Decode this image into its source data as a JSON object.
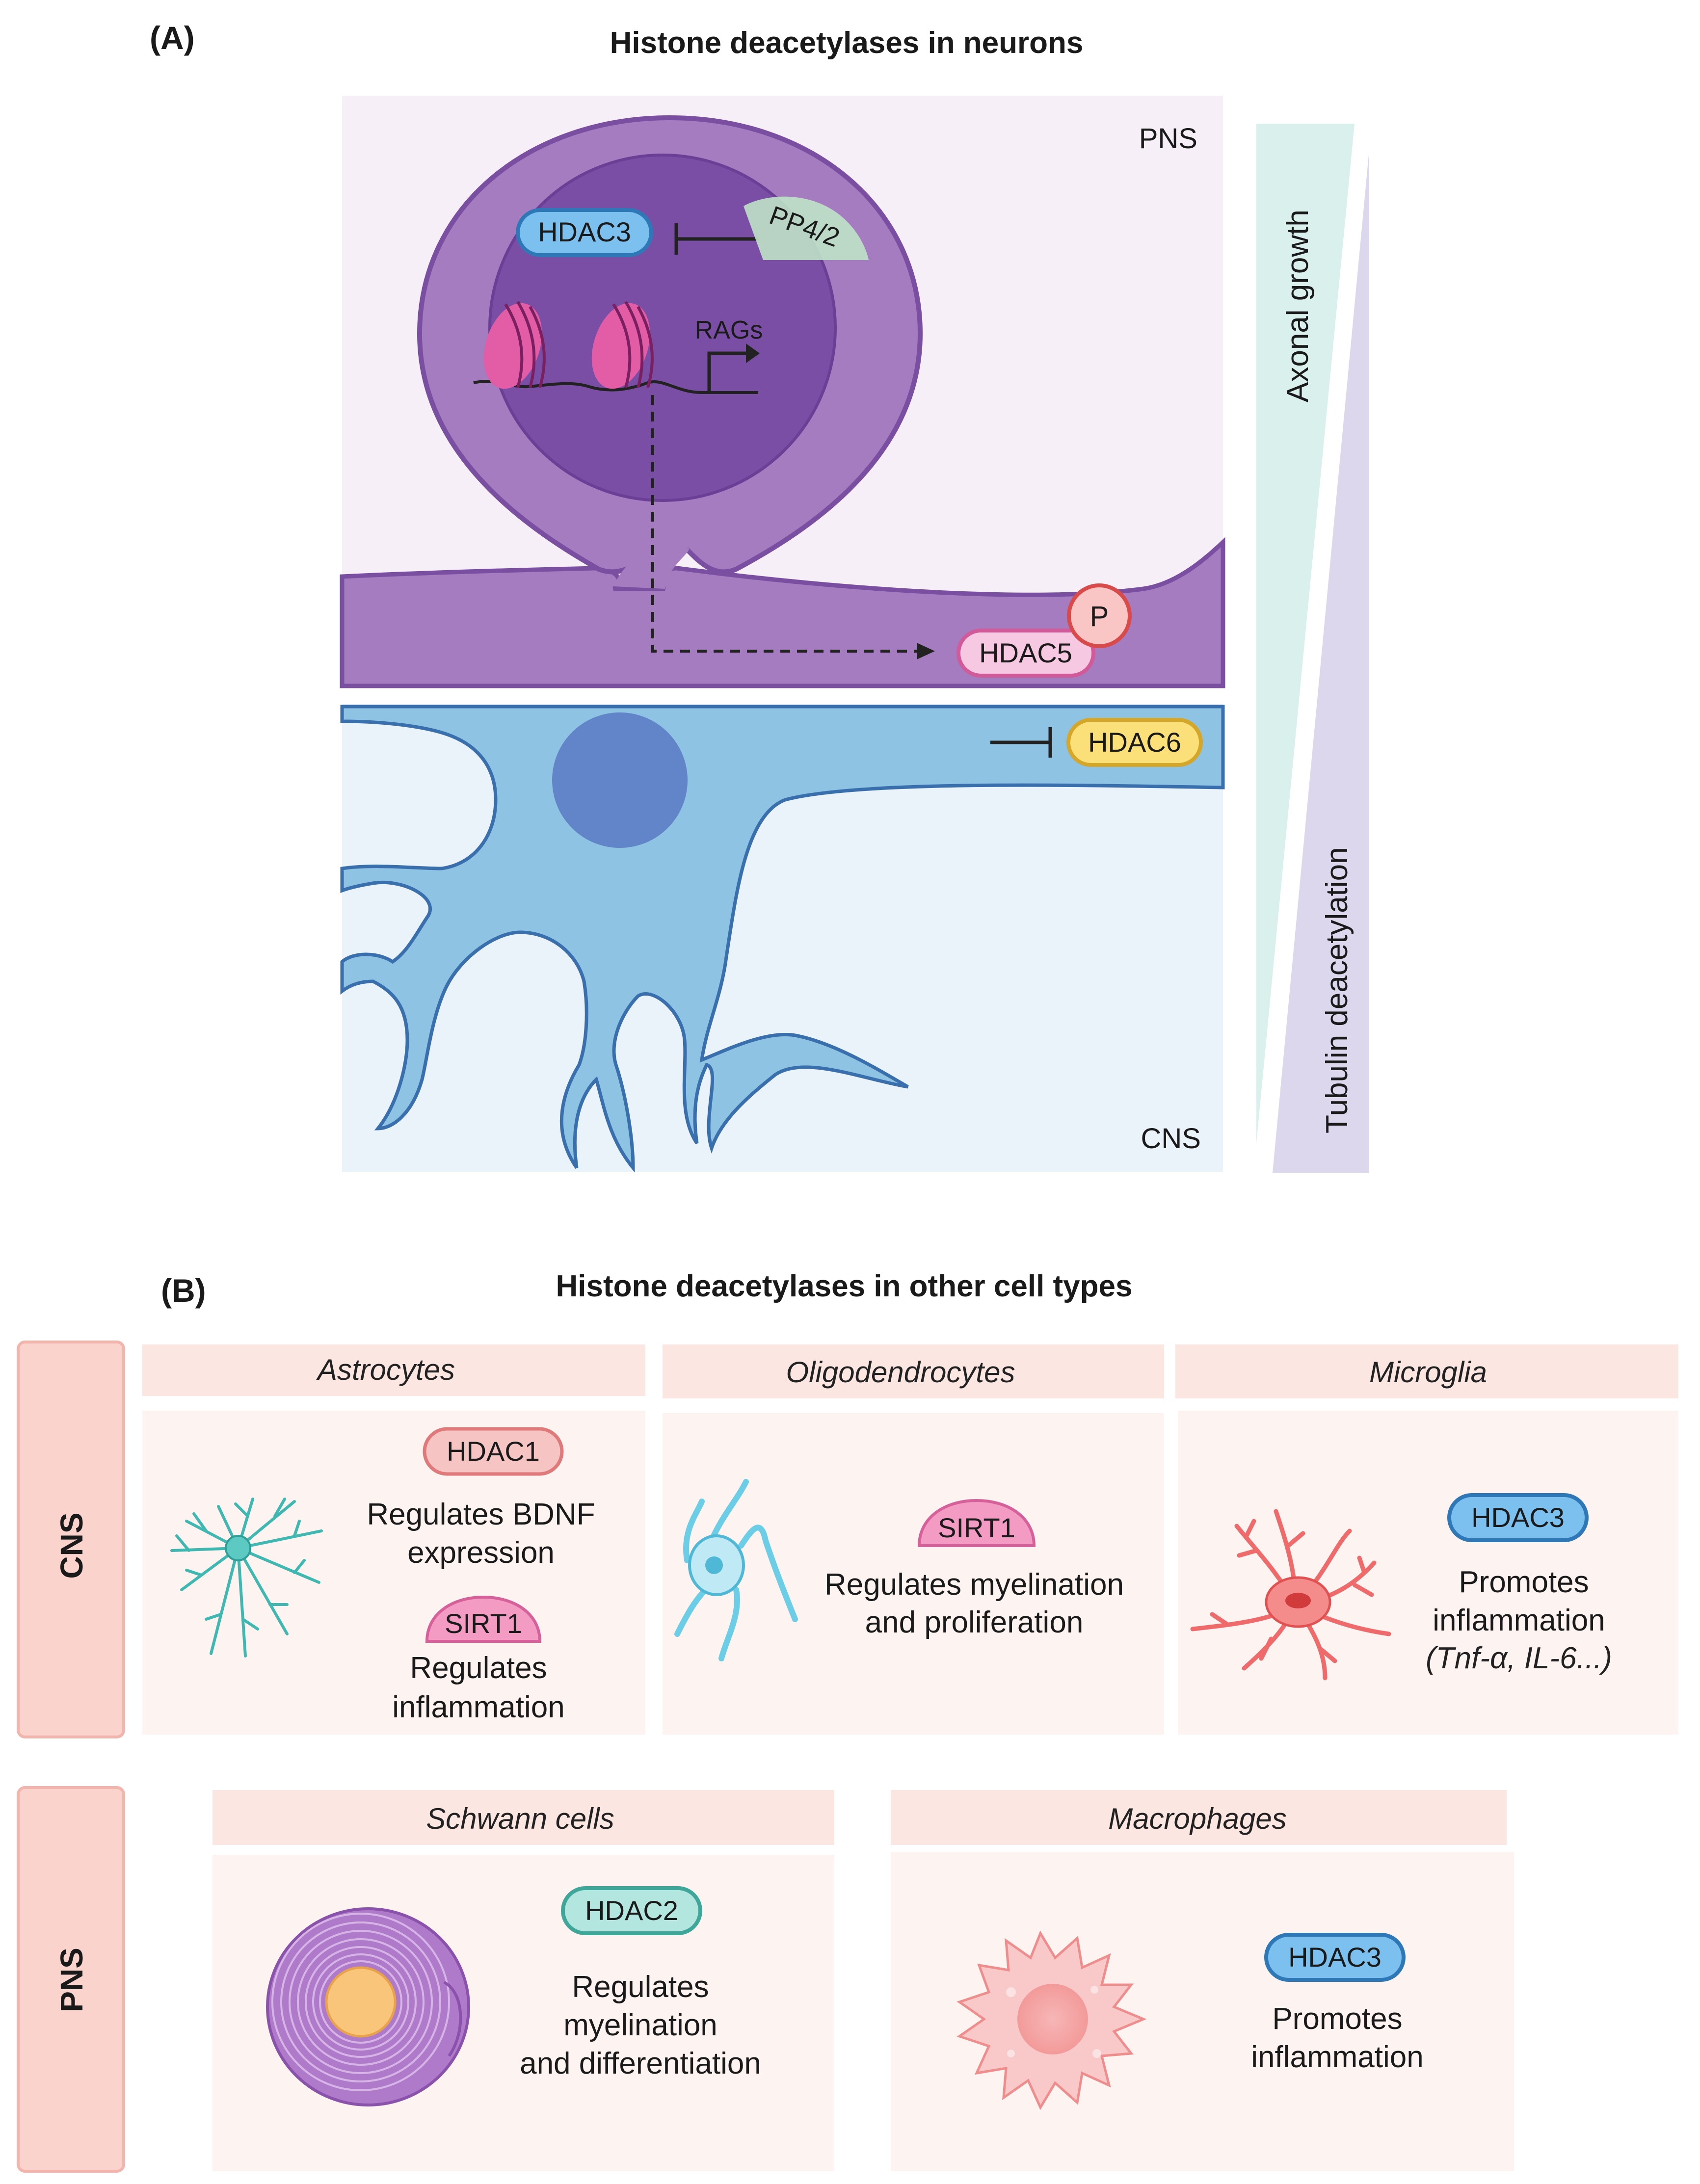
{
  "panel_a": {
    "letter": "(A)",
    "title": "Histone deacetylases in neurons",
    "pns_label": "PNS",
    "cns_label": "CNS",
    "hdac3": "HDAC3",
    "pp42": "PP4/2",
    "rags": "RAGs",
    "hdac5": "HDAC5",
    "p": "P",
    "hdac6": "HDAC6",
    "axonal_growth": "Axonal growth",
    "tubulin": "Tubulin deacetylation"
  },
  "panel_b": {
    "letter": "(B)",
    "title": "Histone deacetylases in other cell types",
    "cns_label": "CNS",
    "pns_label": "PNS",
    "astrocytes": {
      "name": "Astrocytes",
      "hdac1": "HDAC1",
      "hdac1_text1": "Regulates BDNF",
      "hdac1_text2": "expression",
      "sirt1": "SIRT1",
      "sirt1_text1": "Regulates",
      "sirt1_text2": "inflammation"
    },
    "oligodendrocytes": {
      "name": "Oligodendrocytes",
      "sirt1": "SIRT1",
      "text1": "Regulates myelination",
      "text2": "and proliferation"
    },
    "microglia": {
      "name": "Microglia",
      "hdac3": "HDAC3",
      "text1": "Promotes",
      "text2": "inflammation",
      "text3": "(Tnf-α, IL-6...)"
    },
    "schwann": {
      "name": "Schwann cells",
      "hdac2": "HDAC2",
      "text1": "Regulates",
      "text2": "myelination",
      "text3": "and  differentiation"
    },
    "macrophages": {
      "name": "Macrophages",
      "hdac3": "HDAC3",
      "text1": "Promotes",
      "text2": "inflammation"
    }
  },
  "colors": {
    "pns_bg": "#f6eff8",
    "neuron_purple": "#a57cc0",
    "nucleus_purple": "#7b4ea6",
    "cns_bg": "#eaf2fa",
    "cns_neuron": "#8ec3e3",
    "axonal_growth_bar": "#d9f0ec",
    "tubulin_bar": "#dcd7ec",
    "hdac3_blue": "#7cc0ef",
    "hdac5_pink": "#f6c8e1",
    "hdac6_yellow": "#fbe07a",
    "sirt1_pink": "#f49bc4",
    "hdac1_pink": "#f7c4c4",
    "hdac2_teal": "#b3e6df",
    "row_label_bg": "#fbd3cd",
    "cell_header_bg": "#fbe6e2",
    "cell_body_bg": "#fdf3f1"
  },
  "icons": [
    "histone-icon",
    "promoter-arrow-icon",
    "inhibition-icon",
    "astrocyte-icon",
    "oligodendrocyte-icon",
    "microglia-icon",
    "schwann-cell-icon",
    "macrophage-icon"
  ]
}
